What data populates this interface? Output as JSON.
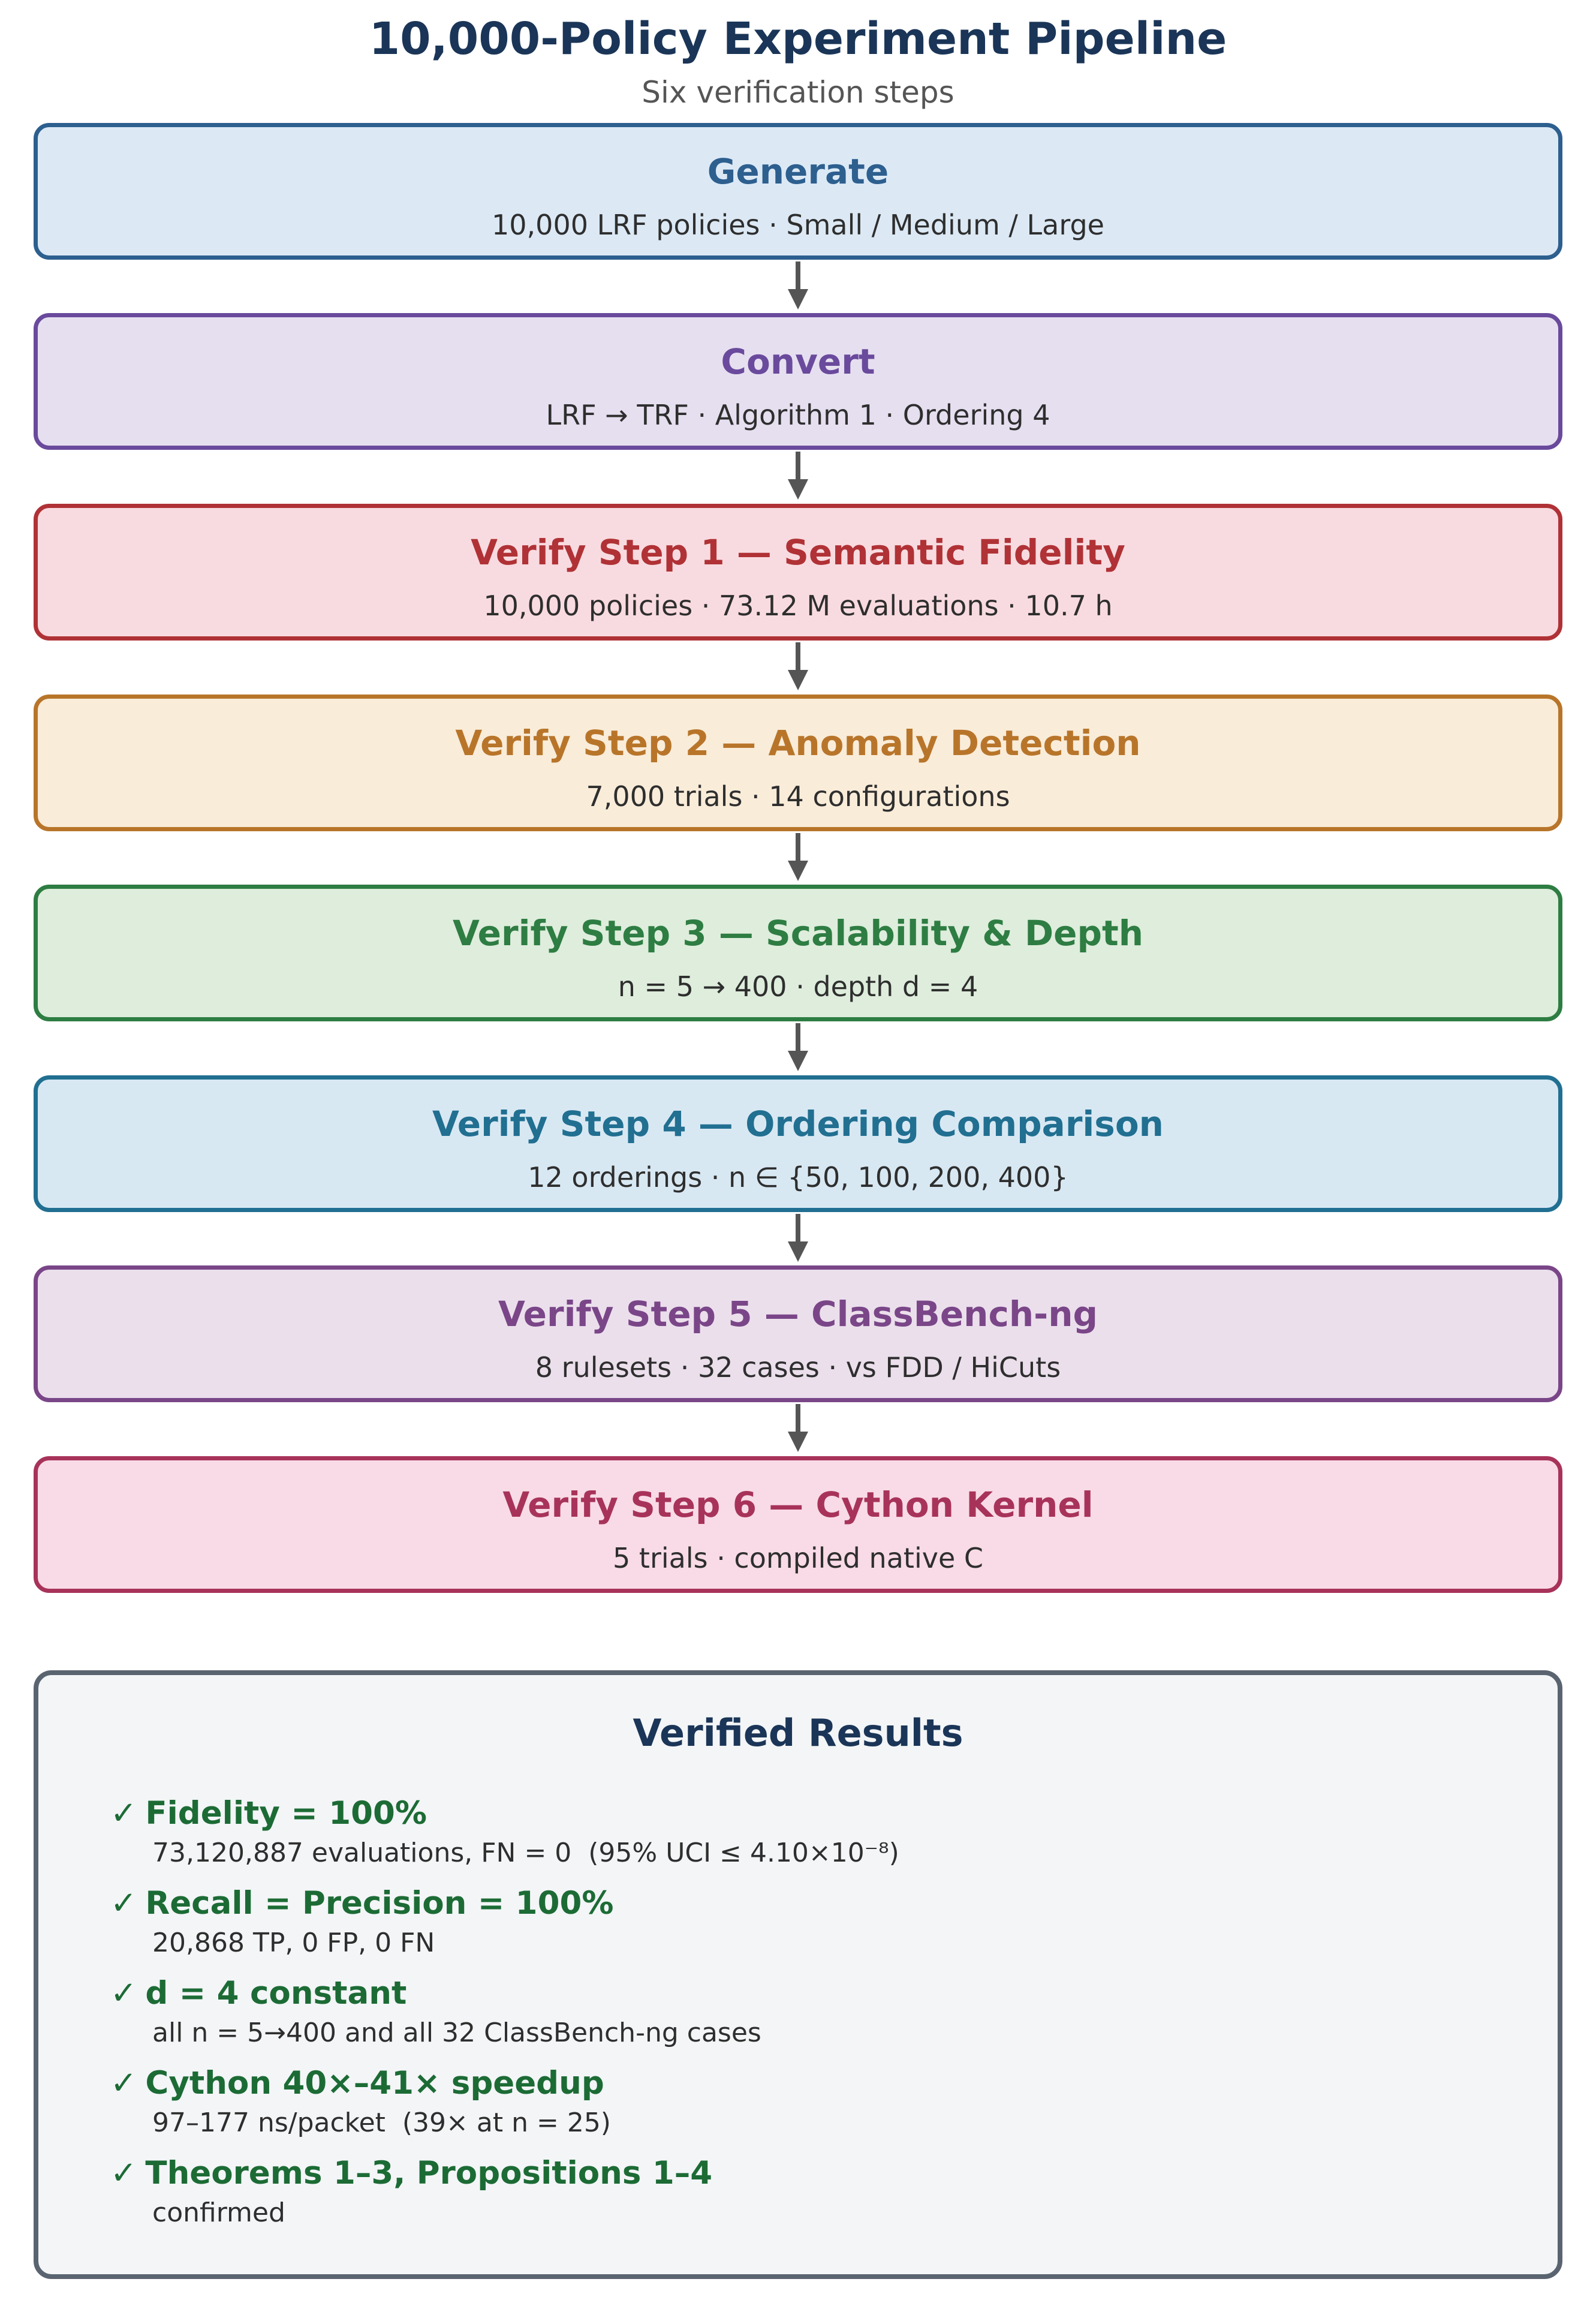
{
  "header": {
    "title": "10,000-Policy Experiment Pipeline",
    "subtitle": "Six verification steps"
  },
  "steps": [
    {
      "title": "Generate",
      "detail": "10,000 LRF policies · Small / Medium / Large",
      "color": "#2d5f8f",
      "fill": "#dce9f5"
    },
    {
      "title": "Convert",
      "detail": "LRF → TRF · Algorithm 1 · Ordering 4",
      "color": "#6a4a9c",
      "fill": "#e6dff0"
    },
    {
      "title": "Verify Step 1 — Semantic Fidelity",
      "detail": "10,000 policies · 73.12 M evaluations · 10.7 h",
      "color": "#b03236",
      "fill": "#f8dbe0"
    },
    {
      "title": "Verify Step 2 — Anomaly Detection",
      "detail": "7,000 trials · 14 configurations",
      "color": "#b8752a",
      "fill": "#f9ecd9"
    },
    {
      "title": "Verify Step 3 — Scalability & Depth",
      "detail": "n = 5 → 400 · depth d = 4",
      "color": "#2e7d43",
      "fill": "#deeddc"
    },
    {
      "title": "Verify Step 4 — Ordering Comparison",
      "detail": "12 orderings · n ∈ {50, 100, 200, 400}",
      "color": "#216f91",
      "fill": "#d8e8f3"
    },
    {
      "title": "Verify Step 5 — ClassBench-ng",
      "detail": "8 rulesets · 32 cases · vs FDD / HiCuts",
      "color": "#7a4688",
      "fill": "#ebdfec"
    },
    {
      "title": "Verify Step 6 — Cython Kernel",
      "detail": "5 trials · compiled native C",
      "color": "#a8335a",
      "fill": "#f8dbe6"
    }
  ],
  "results": {
    "title": "Verified Results",
    "check_symbol": "✓",
    "items": [
      {
        "head": "Fidelity = 100%",
        "detail": "73,120,887 evaluations, FN = 0  (95% UCI ≤ 4.10×10⁻⁸)"
      },
      {
        "head": "Recall = Precision = 100%",
        "detail": "20,868 TP, 0 FP, 0 FN"
      },
      {
        "head": "d = 4 constant",
        "detail": "all n = 5→400 and all 32 ClassBench-ng cases"
      },
      {
        "head": "Cython 40×–41× speedup",
        "detail": "97–177 ns/packet  (39× at n = 25)"
      },
      {
        "head": "Theorems 1–3, Propositions 1–4",
        "detail": "confirmed"
      }
    ]
  },
  "colors": {
    "arrow": "#555555",
    "results_border": "#5a6470",
    "results_fill": "#f3f5f7",
    "results_heading": "#1a3557",
    "result_green": "#1c6b35"
  }
}
